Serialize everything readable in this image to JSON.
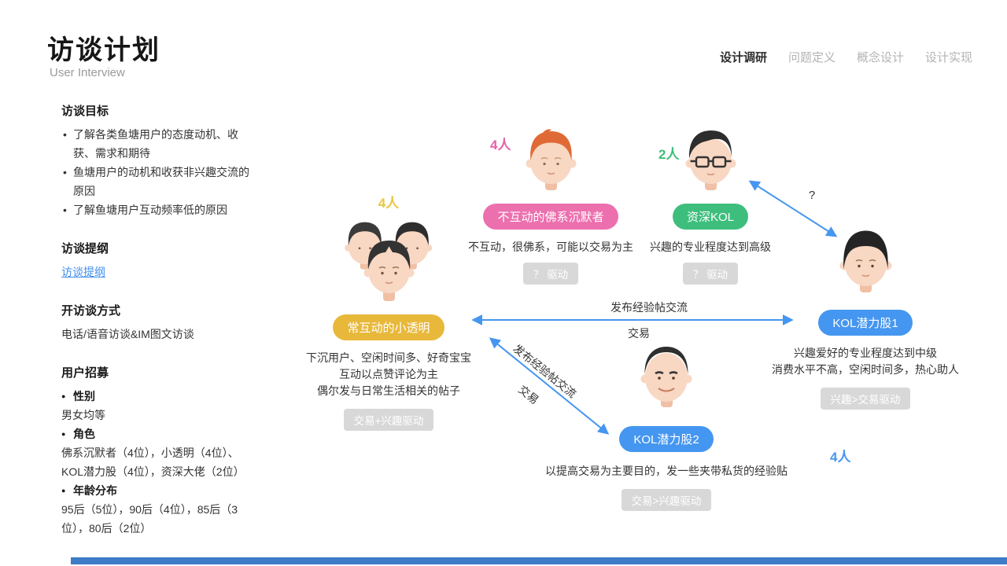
{
  "header": {
    "title": "访谈计划",
    "subtitle": "User Interview",
    "nav": [
      {
        "label": "设计调研",
        "active": true
      },
      {
        "label": "问题定义",
        "active": false
      },
      {
        "label": "概念设计",
        "active": false
      },
      {
        "label": "设计实现",
        "active": false
      }
    ]
  },
  "sidebar": {
    "goals": {
      "heading": "访谈目标",
      "items": [
        "了解各类鱼塘用户的态度动机、收获、需求和期待",
        "鱼塘用户的动机和收获非兴趣交流的原因",
        "了解鱼塘用户互动频率低的原因"
      ]
    },
    "outline": {
      "heading": "访谈提纲",
      "link": "访谈提纲"
    },
    "method": {
      "heading": "开访谈方式",
      "text": "电话/语音访谈&IM图文访谈"
    },
    "recruit": {
      "heading": "用户招募",
      "items": [
        {
          "label": "性别",
          "text": "男女均等"
        },
        {
          "label": "角色",
          "text": "佛系沉默者（4位），小透明（4位）、KOL潜力股（4位），资深大佬（2位）"
        },
        {
          "label": "年龄分布",
          "text": "95后（5位），90后（4位），85后（3位），80后（2位）"
        }
      ]
    }
  },
  "diagram": {
    "personas": {
      "silent": {
        "count": "4人",
        "count_color": "#e760a9",
        "name": "不互动的佛系沉默者",
        "color": "#ec6fae",
        "desc": "不互动，很佛系，可能以交易为主",
        "badge": "？ 驱动"
      },
      "senior_kol": {
        "count": "2人",
        "count_color": "#3ebe7c",
        "name": "资深KOL",
        "color": "#3ebe7c",
        "desc": "兴趣的专业程度达到高级",
        "badge": "？ 驱动"
      },
      "lurker": {
        "count": "4人",
        "count_color": "#e9c63c",
        "name": "常互动的小透明",
        "color": "#e8b83b",
        "desc_lines": [
          "下沉用户、空闲时间多、好奇宝宝",
          "互动以点赞评论为主",
          "偶尔发与日常生活相关的帖子"
        ],
        "badge": "交易+兴趣驱动"
      },
      "kol1": {
        "name": "KOL潜力股1",
        "color": "#4596f0",
        "desc_lines": [
          "兴趣爱好的专业程度达到中级",
          "消费水平不高，空闲时间多，热心助人"
        ],
        "badge": "兴趣>交易驱动"
      },
      "kol2": {
        "name": "KOL潜力股2",
        "color": "#4596f0",
        "count": "4人",
        "count_color": "#4596f0",
        "desc": "以提高交易为主要目的，发一些夹带私货的经验贴",
        "badge": "交易>兴趣驱动"
      }
    },
    "arrows": {
      "horizontal": {
        "label_top": "发布经验帖交流",
        "label_bottom": "交易"
      },
      "diagonal": {
        "label_top": "发布经验帖交流",
        "label_bottom": "交易"
      },
      "question": {
        "label": "?"
      }
    },
    "colors": {
      "arrow": "#4596f0",
      "badge_bg": "#d8d8d8"
    }
  },
  "footer": {
    "bar_color": "#3e7cc7"
  }
}
